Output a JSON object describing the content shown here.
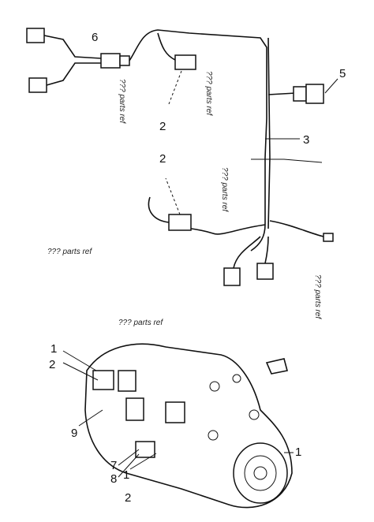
{
  "callouts": {
    "harness_top_label": "6",
    "sensor_left_label": "2",
    "sensor_right_label": "5",
    "harness_mid_label": "3",
    "sensor_mid_label": "2",
    "pump_left_1": "1",
    "pump_left_2": "2",
    "pump_bottom_8": "8",
    "pump_bottom_7": "7",
    "pump_bottom_1": "1",
    "pump_bottom_2": "2",
    "pump_right_1": "1",
    "pump_left_9": "9"
  },
  "rotated_notes": {
    "note_a": "??? parts ref",
    "note_b": "??? parts ref",
    "note_c": "??? parts ref",
    "note_d": "??? parts ref",
    "note_e": "??? parts ref",
    "note_f": "??? parts ref"
  },
  "colors": {
    "ink": "#111111",
    "paper": "#ffffff"
  }
}
